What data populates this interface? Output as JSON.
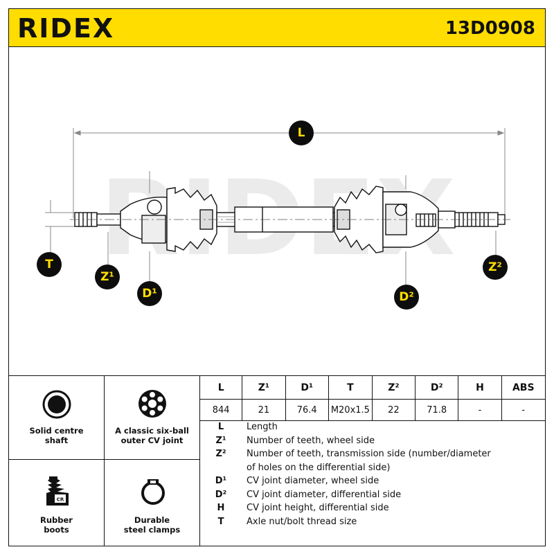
{
  "header": {
    "brand": "RIDEX",
    "part_number": "13D0908"
  },
  "dimension_badges": {
    "L": "L",
    "T": "T",
    "Z1": "Z¹",
    "D1": "D¹",
    "D2": "D²",
    "Z2": "Z²"
  },
  "watermark": "RIDEX",
  "features": [
    {
      "icon": "solid-centre-shaft-icon",
      "label": "Solid centre\nshaft"
    },
    {
      "icon": "six-ball-cv-joint-icon",
      "label": "A classic six-ball\nouter CV joint"
    },
    {
      "icon": "rubber-boot-icon",
      "label": "Rubber\nboots"
    },
    {
      "icon": "steel-clamp-icon",
      "label": "Durable\nsteel clamps"
    }
  ],
  "specs": {
    "headers": [
      "L",
      "Z¹",
      "D¹",
      "T",
      "Z²",
      "D²",
      "H",
      "ABS"
    ],
    "values": [
      "844",
      "21",
      "76.4",
      "M20x1.5",
      "22",
      "71.8",
      "-",
      "-"
    ]
  },
  "legend": [
    {
      "key": "L",
      "desc": "Length"
    },
    {
      "key": "Z¹",
      "desc": "Number of teeth, wheel side"
    },
    {
      "key": "Z²",
      "desc": "Number of teeth, transmission side (number/diameter"
    },
    {
      "key": "",
      "desc": "of holes on the differential side)"
    },
    {
      "key": "D¹",
      "desc": "CV joint diameter, wheel side"
    },
    {
      "key": "D²",
      "desc": "CV joint diameter, differential side"
    },
    {
      "key": "H",
      "desc": "CV joint height, differential side"
    },
    {
      "key": "T",
      "desc": "Axle nut/bolt thread size"
    }
  ],
  "colors": {
    "accent": "#ffdd00",
    "ink": "#111111",
    "watermark": "#ebebeb"
  }
}
